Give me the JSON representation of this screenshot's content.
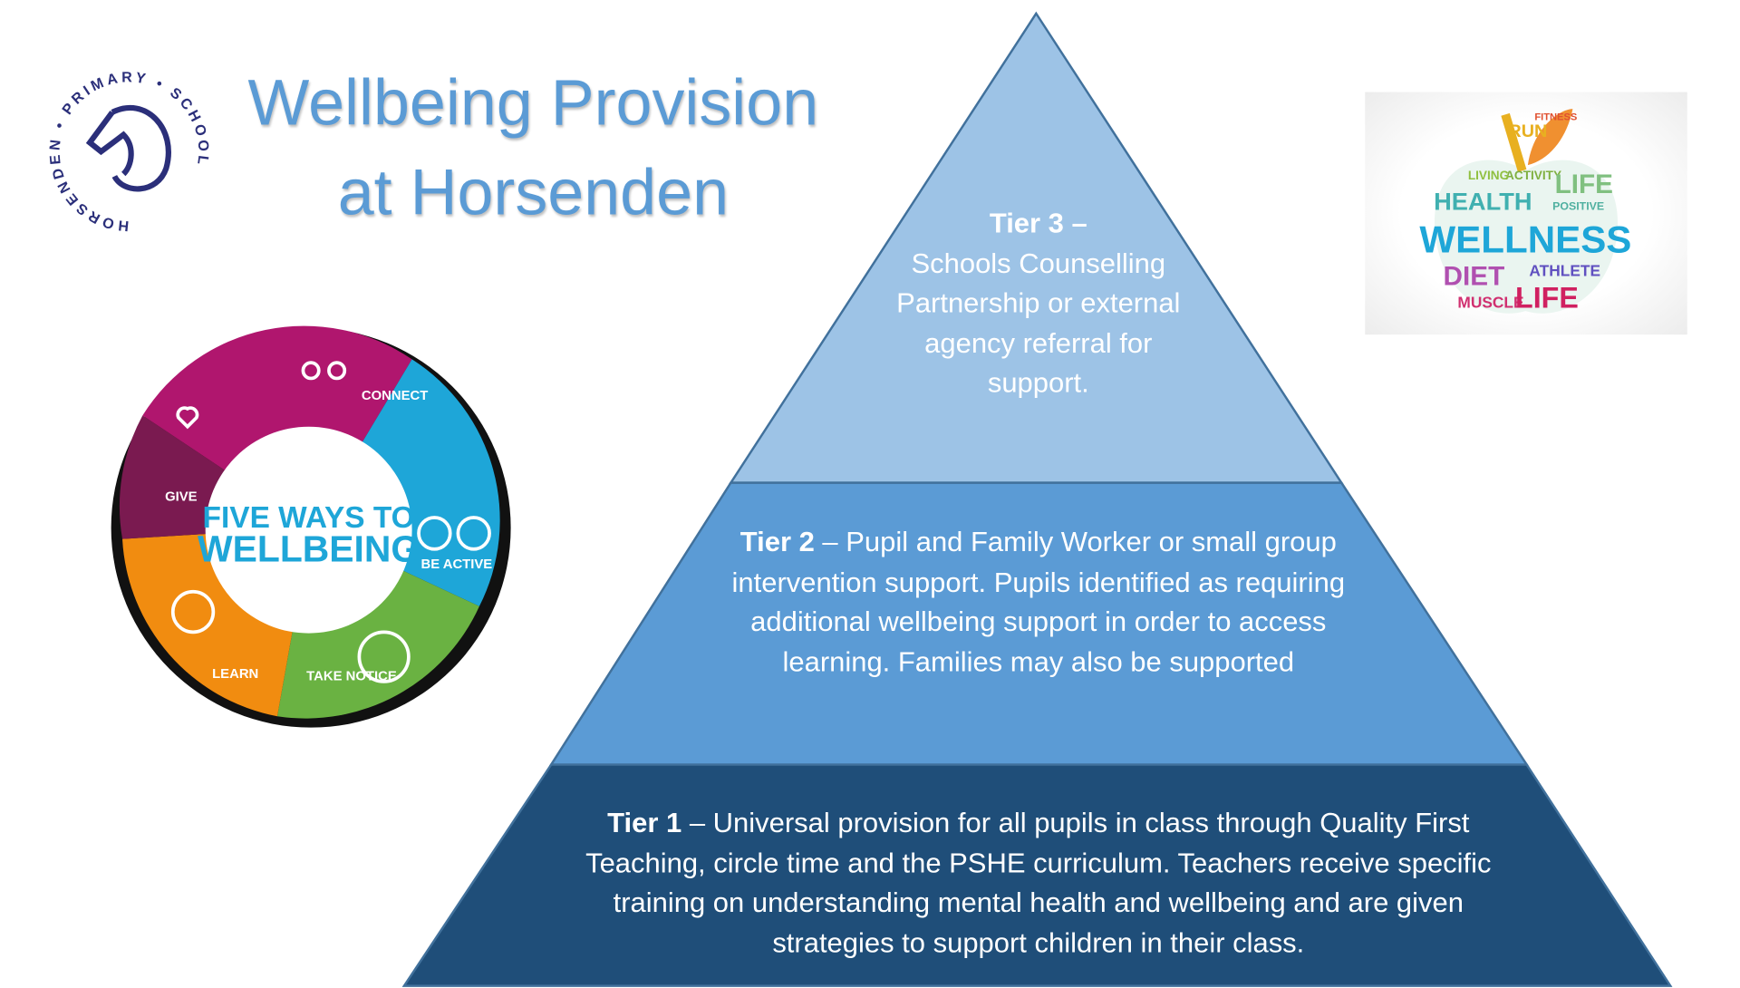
{
  "title": {
    "line1": "Wellbeing Provision",
    "line2": "at Horsenden"
  },
  "logo": {
    "text": "HORSENDEN • PRIMARY • SCHOOL",
    "icon": "horse-head-icon"
  },
  "five_ways": {
    "title1": "FIVE WAYS TO",
    "title2": "WELLBEING",
    "segments": [
      "CONNECT",
      "BE ACTIVE",
      "TAKE NOTICE",
      "LEARN",
      "GIVE"
    ]
  },
  "apple_image": {
    "words": [
      "WELLNESS",
      "HEALTH",
      "LIFE",
      "DIET",
      "MUSCLE",
      "RUN",
      "FITNESS",
      "ACTIVITY",
      "ATHLETE",
      "LIVING",
      "POSITIVE"
    ]
  },
  "colors": {
    "tier3": "#9dc3e6",
    "tier2": "#5b9bd5",
    "tier1": "#1f4e79",
    "title": "#5b9bd5"
  },
  "tiers": {
    "tier3": {
      "label": "Tier 3",
      "text": "Schools Counselling Partnership or external agency referral for support."
    },
    "tier2": {
      "label": "Tier 2",
      "text": "Pupil and Family Worker or small group intervention support. Pupils identified as requiring additional wellbeing support in order to access learning. Families may also be supported"
    },
    "tier1": {
      "label": "Tier 1",
      "text": "Universal provision for all pupils in class through Quality First Teaching, circle time and the PSHE curriculum. Teachers receive specific training on understanding mental health and wellbeing and are given strategies to support children in their class."
    }
  }
}
